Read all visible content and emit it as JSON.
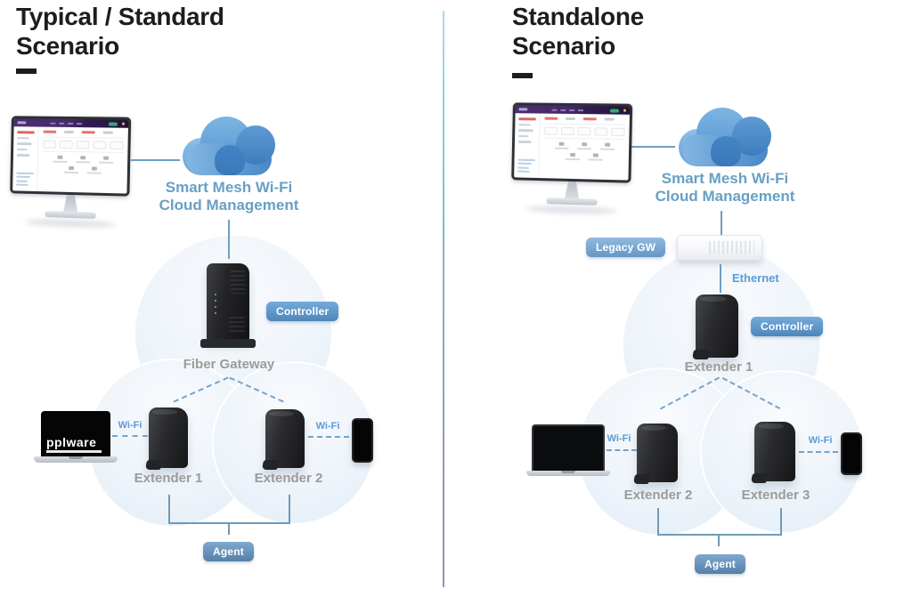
{
  "colors": {
    "title_text": "#1d1d1b",
    "cloud_label_text": "#67a0c4",
    "wifi_label_text": "#5d9bd5",
    "device_label_text": "#9b9b9b",
    "badge_blue": "#4e86bb",
    "legacy_badge_blue": "#6496c7",
    "connector_blue": "#6f9ec0",
    "divider_gradient_top": "#a5ddf4",
    "divider_gradient_bottom": "#978fb2",
    "bubble_fill": "#eef4fa",
    "cloud_blue_light": "#7eb5e3",
    "cloud_blue_dark": "#3f7cbd"
  },
  "left_panel": {
    "title_line1": "Typical / Standard",
    "title_line2": "Scenario",
    "cloud_label_line1": "Smart Mesh Wi-Fi",
    "cloud_label_line2": "Cloud Management",
    "controller_badge": "Controller",
    "gateway_label": "Fiber Gateway",
    "laptop_logo": "pplware",
    "wifi_labels": [
      "Wi-Fi",
      "Wi-Fi"
    ],
    "extender_labels": [
      "Extender 1",
      "Extender 2"
    ],
    "agent_badge": "Agent"
  },
  "right_panel": {
    "title_line1": "Standalone",
    "title_line2": "Scenario",
    "cloud_label_line1": "Smart Mesh Wi-Fi",
    "cloud_label_line2": "Cloud Management",
    "legacy_badge": "Legacy GW",
    "ethernet_label": "Ethernet",
    "controller_badge": "Controller",
    "controller_label": "Extender 1",
    "wifi_labels": [
      "Wi-Fi",
      "Wi-Fi"
    ],
    "extender_labels": [
      "Extender 2",
      "Extender 3"
    ],
    "agent_badge": "Agent"
  }
}
